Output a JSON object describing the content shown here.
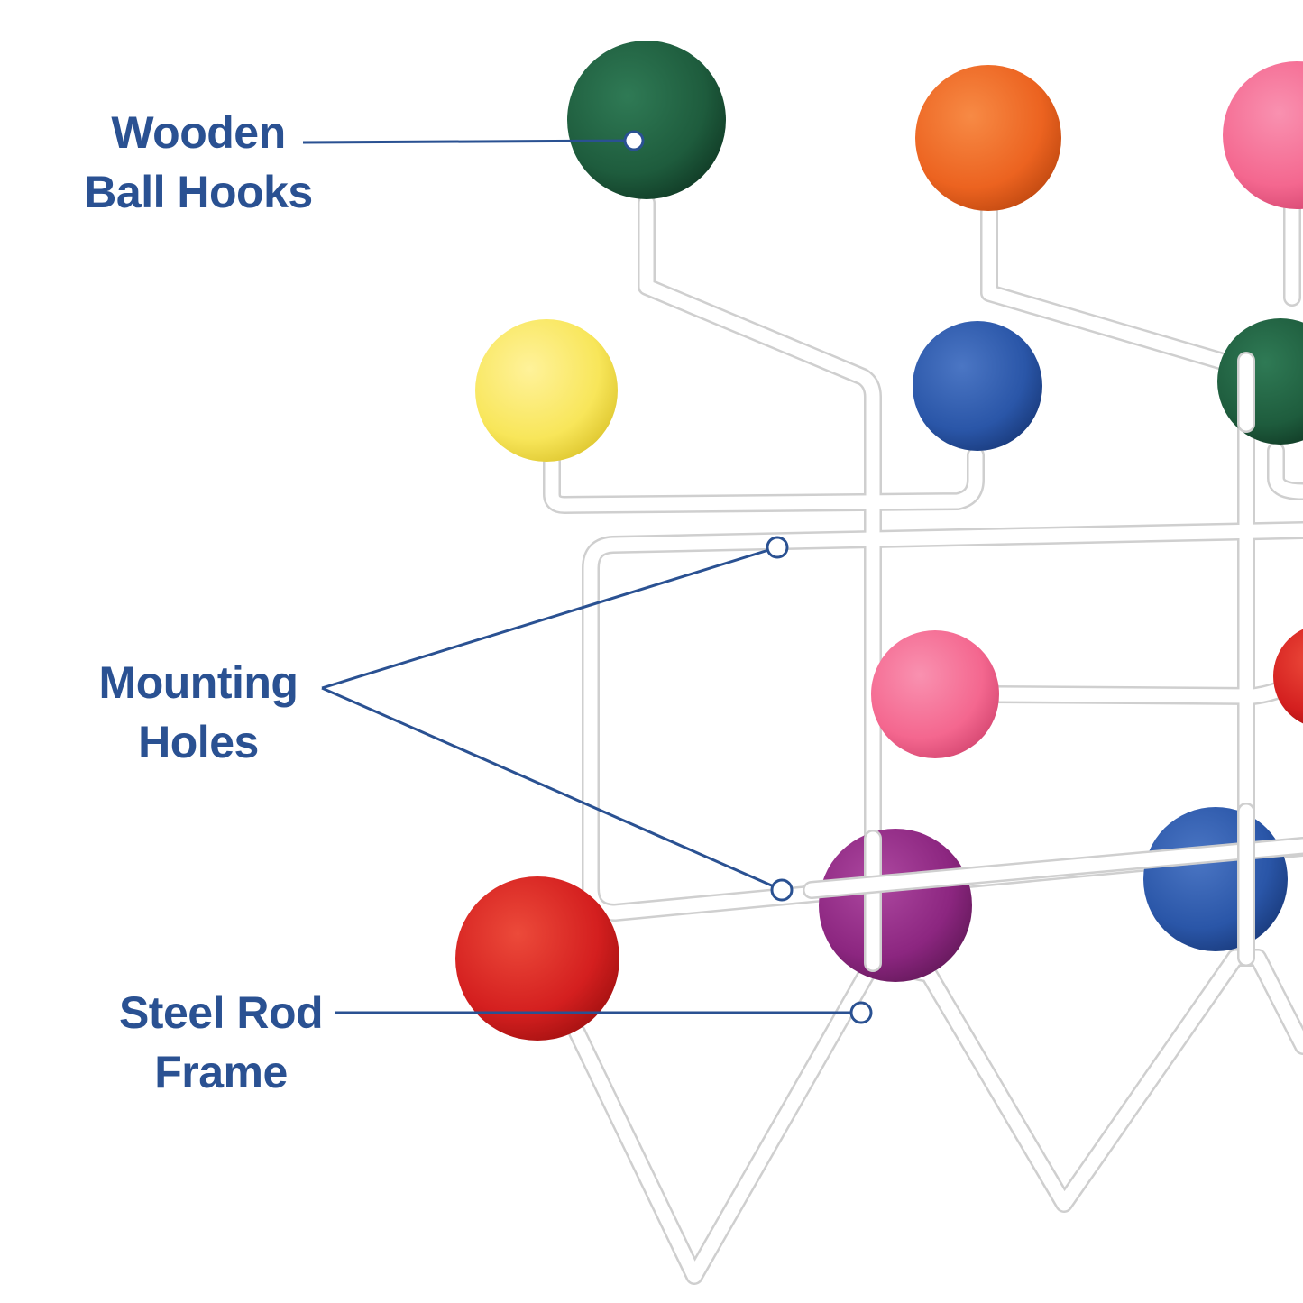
{
  "callouts": {
    "wooden_ball_hooks": {
      "line1": "Wooden",
      "line2": "Ball Hooks"
    },
    "mounting_holes": {
      "line1": "Mounting",
      "line2": "Holes"
    },
    "steel_rod_frame": {
      "line1": "Steel Rod",
      "line2": "Frame"
    }
  },
  "colors": {
    "label_text": "#2a5192",
    "leader_line": "#2a5192",
    "rod": "#ffffff",
    "rod_shadow": "#d8d8d8",
    "background": "#ffffff",
    "ball_green": "#1e5c3d",
    "ball_orange": "#ec6320",
    "ball_pink": "#f4678f",
    "ball_yellow": "#f8e65a",
    "ball_blue": "#2a56a8",
    "ball_red": "#d41f1f",
    "ball_purple": "#8c2680"
  }
}
